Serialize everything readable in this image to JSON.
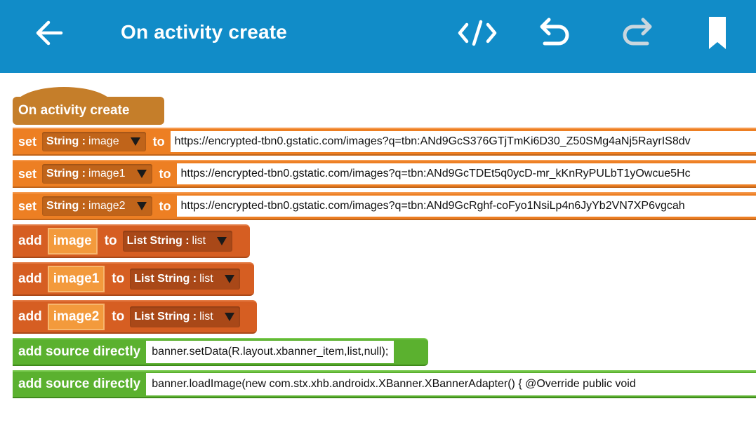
{
  "appbar": {
    "title": "On activity create",
    "icons": [
      "back-arrow-icon",
      "code-view-icon",
      "undo-icon",
      "redo-icon",
      "bookmark-icon"
    ],
    "color": "#118cc8"
  },
  "event_block": {
    "label": "On activity create"
  },
  "set_blocks": [
    {
      "keyword": "set",
      "type": "String :",
      "name": "image",
      "to": "to",
      "value": "https://encrypted-tbn0.gstatic.com/images?q=tbn:ANd9GcS376GTjTmKi6D30_Z50SMg4aNj5RayrIS8dv"
    },
    {
      "keyword": "set",
      "type": "String :",
      "name": "image1",
      "to": "to",
      "value": "https://encrypted-tbn0.gstatic.com/images?q=tbn:ANd9GcTDEt5q0ycD-mr_kKnRyPULbT1yOwcue5Hc"
    },
    {
      "keyword": "set",
      "type": "String :",
      "name": "image2",
      "to": "to",
      "value": "https://encrypted-tbn0.gstatic.com/images?q=tbn:ANd9GcRghf-coFyo1NsiLp4n6JyYb2VN7XP6vgcah"
    }
  ],
  "add_blocks": [
    {
      "keyword": "add",
      "item": "image",
      "to": "to",
      "type": "List String :",
      "name": "list"
    },
    {
      "keyword": "add",
      "item": "image1",
      "to": "to",
      "type": "List String :",
      "name": "list"
    },
    {
      "keyword": "add",
      "item": "image2",
      "to": "to",
      "type": "List String :",
      "name": "list"
    }
  ],
  "source_blocks": [
    {
      "label": "add source directly",
      "code": "banner.setData(R.layout.xbanner_item,list,null);"
    },
    {
      "label": "add source directly",
      "code": "banner.loadImage(new com.stx.xhb.androidx.XBanner.XBannerAdapter() {        @Override            public void"
    }
  ],
  "colors": {
    "event": "#c57e2a",
    "set": "#ed7f23",
    "add": "#d65e22",
    "source": "#5bb12f"
  }
}
